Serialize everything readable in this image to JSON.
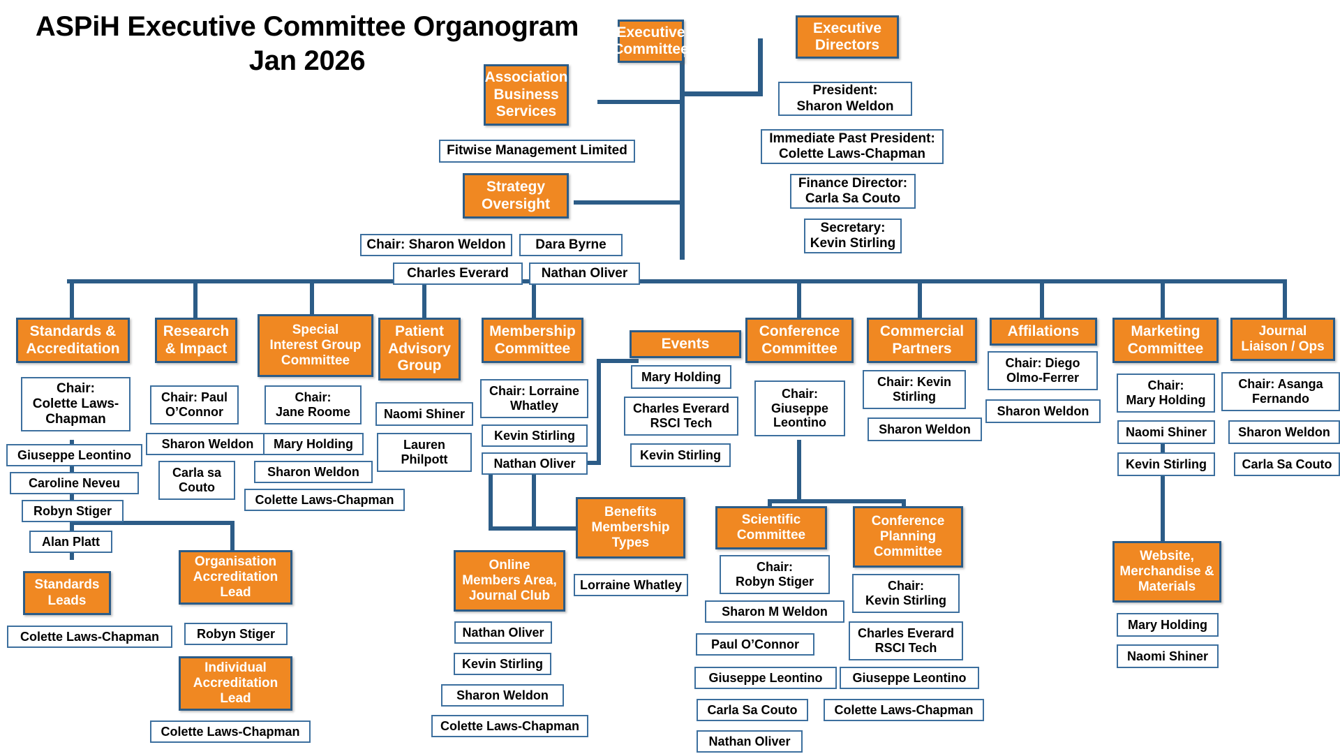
{
  "title": {
    "line1": "ASPiH Executive Committee  Organogram",
    "line2": "Jan 2026"
  },
  "colors": {
    "header_fill": "#f08822",
    "border": "#2c5c87",
    "leaf_border": "#3c6f9e",
    "text_dark": "#000000",
    "text_light": "#ffffff"
  },
  "top": {
    "executive_committee": {
      "label": "Executive\nCommittee"
    },
    "executive_directors": {
      "label": "Executive\nDirectors",
      "members": [
        "President:\nSharon Weldon",
        "Immediate Past President:\nColette Laws-Chapman",
        "Finance Director:\nCarla Sa Couto",
        "Secretary:\nKevin Stirling"
      ]
    },
    "association_business_services": {
      "label": "Association\nBusiness\nServices",
      "members": [
        "Fitwise Management Limited"
      ]
    },
    "strategy_oversight": {
      "label": "Strategy\nOversight",
      "members": [
        "Chair: Sharon Weldon",
        "Dara Byrne",
        "Charles Everard",
        "Nathan Oliver"
      ]
    }
  },
  "committees": [
    {
      "id": "standards-accreditation",
      "label": "Standards &\nAccreditation",
      "members": [
        "Chair:\nColette Laws-\nChapman",
        "Giuseppe Leontino",
        "Caroline Neveu",
        "Robyn Stiger",
        "Alan Platt"
      ],
      "children": [
        {
          "id": "standards-leads",
          "label": "Standards\nLeads",
          "members": [
            "Colette Laws-Chapman"
          ]
        }
      ]
    },
    {
      "id": "research-impact",
      "label": "Research\n& Impact",
      "members": [
        "Chair: Paul\nO’Connor",
        "Sharon Weldon",
        "Carla sa\nCouto"
      ],
      "children": [
        {
          "id": "organisation-accreditation-lead",
          "label": "Organisation\nAccreditation\nLead",
          "members": [
            "Robyn Stiger"
          ]
        },
        {
          "id": "individual-accreditation-lead",
          "label": "Individual\nAccreditation\nLead",
          "members": [
            "Colette Laws-Chapman"
          ]
        }
      ]
    },
    {
      "id": "special-interest-group-committee",
      "label": "Special\nInterest Group\nCommittee",
      "members": [
        "Chair:\nJane Roome",
        "Mary Holding",
        "Sharon Weldon",
        "Colette Laws-Chapman"
      ],
      "children": []
    },
    {
      "id": "patient-advisory-group",
      "label": "Patient\nAdvisory\nGroup",
      "members": [
        "Naomi Shiner",
        "Lauren\nPhilpott"
      ],
      "children": []
    },
    {
      "id": "membership-committee",
      "label": "Membership\nCommittee",
      "members": [
        "Chair: Lorraine\nWhatley",
        "Kevin Stirling",
        "Nathan Oliver"
      ],
      "children": [
        {
          "id": "online-members-area-journal-club",
          "label": "Online\nMembers Area,\nJournal Club",
          "members": [
            "Nathan Oliver",
            "Kevin Stirling",
            "Sharon Weldon",
            "Colette Laws-Chapman"
          ]
        },
        {
          "id": "benefits-membership-types",
          "label": "Benefits\nMembership\nTypes",
          "members": [
            "Lorraine Whatley"
          ]
        }
      ]
    },
    {
      "id": "events",
      "label": "Events",
      "members": [
        "Mary Holding",
        "Charles Everard\nRSCI Tech",
        "Kevin Stirling"
      ],
      "children": []
    },
    {
      "id": "conference-committee",
      "label": "Conference\nCommittee",
      "members": [
        "Chair:\nGiuseppe\nLeontino"
      ],
      "children": [
        {
          "id": "scientific-committee",
          "label": "Scientific\nCommittee",
          "members": [
            "Chair:\nRobyn Stiger",
            "Sharon M Weldon",
            "Paul O’Connor",
            "Giuseppe Leontino",
            "Carla Sa Couto",
            "Nathan Oliver"
          ]
        },
        {
          "id": "conference-planning-committee",
          "label": "Conference\nPlanning\nCommittee",
          "members": [
            "Chair:\nKevin Stirling",
            "Charles Everard\nRSCI Tech",
            "Giuseppe Leontino",
            "Colette Laws-Chapman"
          ]
        }
      ]
    },
    {
      "id": "commercial-partners",
      "label": "Commercial\nPartners",
      "members": [
        "Chair: Kevin\nStirling",
        "Sharon Weldon"
      ],
      "children": []
    },
    {
      "id": "affilations",
      "label": "Affilations",
      "members": [
        "Chair: Diego\nOlmo-Ferrer",
        "Sharon Weldon"
      ],
      "children": []
    },
    {
      "id": "marketing-committee",
      "label": "Marketing\nCommittee",
      "members": [
        "Chair:\nMary Holding",
        "Naomi Shiner",
        "Kevin Stirling"
      ],
      "children": [
        {
          "id": "website-merchandise-materials",
          "label": "Website,\nMerchandise &\nMaterials",
          "members": [
            "Mary Holding",
            "Naomi Shiner"
          ]
        }
      ]
    },
    {
      "id": "journal-liaison-ops",
      "label": "Journal\nLiaison / Ops",
      "members": [
        "Chair: Asanga\nFernando",
        "Sharon Weldon",
        "Carla Sa Couto"
      ],
      "children": []
    }
  ]
}
